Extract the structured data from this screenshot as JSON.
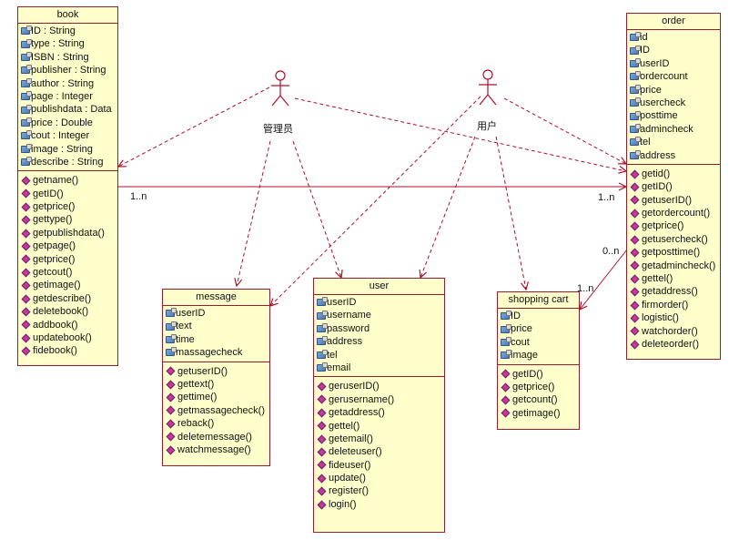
{
  "actors": [
    {
      "id": "admin",
      "label": "管理员"
    },
    {
      "id": "user",
      "label": "用户"
    }
  ],
  "classes": [
    {
      "id": "book",
      "name": "book",
      "attributes": [
        "ID : String",
        "type : String",
        "ISBN : String",
        "publisher : String",
        "author : String",
        "page : Integer",
        "publishdata : Data",
        "price : Double",
        "cout : Integer",
        "image : String",
        "describe : String"
      ],
      "operations": [
        "getname()",
        "getID()",
        "getprice()",
        "gettype()",
        "getpublishdata()",
        "getpage()",
        "getprice()",
        "getcout()",
        "getimage()",
        "getdescribe()",
        "deletebook()",
        "addbook()",
        "updatebook()",
        "fidebook()"
      ]
    },
    {
      "id": "order",
      "name": "order",
      "attributes": [
        "id",
        "ID",
        "userID",
        "ordercount",
        "price",
        "usercheck",
        "posttime",
        "admincheck",
        "tel",
        "address"
      ],
      "operations": [
        "getid()",
        "getID()",
        "getuserID()",
        "getordercount()",
        "getprice()",
        "getusercheck()",
        "getposttime()",
        "getadmincheck()",
        "gettel()",
        "getaddress()",
        "firmorder()",
        "logistic()",
        "watchorder()",
        "deleteorder()"
      ]
    },
    {
      "id": "message",
      "name": "message",
      "attributes": [
        "userID",
        "text",
        "time",
        "massagecheck"
      ],
      "operations": [
        "getuserID()",
        "gettext()",
        "gettime()",
        "getmassagecheck()",
        "reback()",
        "deletemessage()",
        "watchmessage()"
      ]
    },
    {
      "id": "user",
      "name": "user",
      "attributes": [
        "userID",
        "username",
        "password",
        "address",
        "tel",
        "email"
      ],
      "operations": [
        "geruserID()",
        "gerusername()",
        "getaddress()",
        "gettel()",
        "getemail()",
        "deleteuser()",
        "fideuser()",
        "update()",
        "register()",
        "login()"
      ]
    },
    {
      "id": "cart",
      "name": "shopping cart",
      "attributes": [
        "ID",
        "price",
        "cout",
        "image"
      ],
      "operations": [
        "getID()",
        "getprice()",
        "getcount()",
        "getimage()"
      ]
    }
  ],
  "multiplicities": {
    "book_order_left": "1..n",
    "book_order_right": "1..n",
    "order_cart_top": "0..n",
    "order_cart_bottom": "1..n"
  },
  "colors": {
    "class_fill": "#ffffcc",
    "class_border": "#9b1c2c",
    "connector": "#b0102a"
  }
}
